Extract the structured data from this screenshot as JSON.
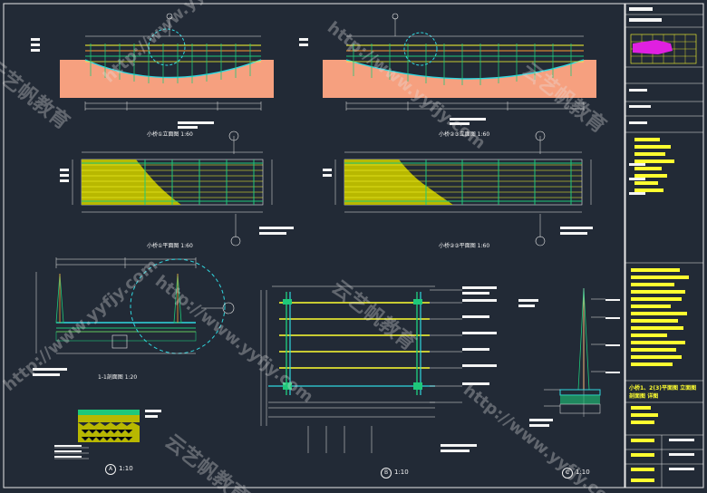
{
  "drawing": {
    "titles": {
      "elev1": "小桥①立面图 1:60",
      "elev2": "小桥②③立面图 1:60",
      "plan1": "小桥①平面图 1:60",
      "plan2": "小桥②③平面图 1:60",
      "section": "1-1剖面图 1:20",
      "detailA": "1:10",
      "detailB": "1:10",
      "detailC": "1:10"
    },
    "detail_marks": {
      "a": "A",
      "b": "B",
      "c": "C"
    },
    "title_block": {
      "drawing_name": "小桥1、2(3)平面图 立面图 剖面图 详图"
    },
    "watermarks": {
      "brand": "云艺帆教育",
      "url": "http://www.yyfjy.com"
    },
    "colors": {
      "background": "#222a36",
      "salmon": "#f6a07f",
      "yellow": "#ffff30",
      "green": "#1ec87a",
      "cyan": "#30d8e0",
      "orange": "#ff9a30",
      "olive": "#b8b800",
      "magenta": "#e020e0",
      "line": "#f4f4f4"
    }
  }
}
